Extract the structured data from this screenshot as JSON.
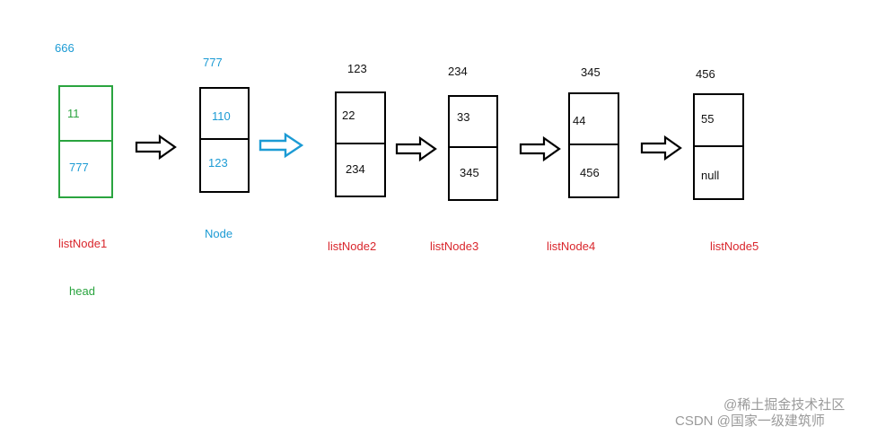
{
  "colors": {
    "green": "#2aa43f",
    "blue": "#1c9bd4",
    "red": "#d9262c",
    "black": "#111111",
    "watermark": "#9a9a9a"
  },
  "nodes": [
    {
      "address": "666",
      "data": "11",
      "next": "777",
      "name": "listNode1",
      "extra": "head"
    },
    {
      "address": "777",
      "data": "110",
      "next": "123",
      "name": "Node"
    },
    {
      "address": "123",
      "data": "22",
      "next": "234",
      "name": "listNode2"
    },
    {
      "address": "234",
      "data": "33",
      "next": "345",
      "name": "listNode3"
    },
    {
      "address": "345",
      "data": "44",
      "next": "456",
      "name": "listNode4"
    },
    {
      "address": "456",
      "data": "55",
      "next": "null",
      "name": "listNode5"
    }
  ],
  "arrows": [
    "arrow-icon",
    "arrow-icon",
    "arrow-icon",
    "arrow-icon",
    "arrow-icon"
  ],
  "watermark": {
    "line1": "@稀土掘金技术社区",
    "line2": "CSDN @国家一级建筑师"
  }
}
